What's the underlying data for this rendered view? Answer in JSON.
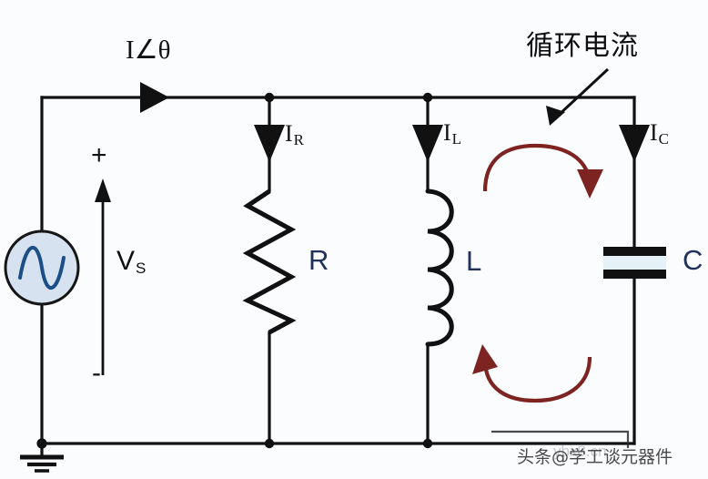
{
  "diagram": {
    "title_note": "循环电流",
    "labels": {
      "source_current": "I∠θ",
      "resistor_current_base": "I",
      "resistor_current_sub": "R",
      "inductor_current_base": "I",
      "inductor_current_sub": "L",
      "capacitor_current_base": "I",
      "capacitor_current_sub": "C",
      "polarity_plus": "+",
      "polarity_minus": "-",
      "source_voltage_base": "V",
      "source_voltage_sub": "S",
      "resistor": "R",
      "inductor": "L",
      "capacitor": "C"
    },
    "colors": {
      "wire": "#111111",
      "component_label": "#20315c",
      "loop_arrow": "#7d2422",
      "source_fill": "#d6e2f0",
      "source_wave": "#1b4f86",
      "capacitor_plate": "#111111",
      "capacitor_dielectric": "#e4f1f6",
      "background": "#fbfcfe"
    }
  },
  "watermark": {
    "text": "头条@学工谈元器件",
    "url": "ybx8.cn"
  }
}
